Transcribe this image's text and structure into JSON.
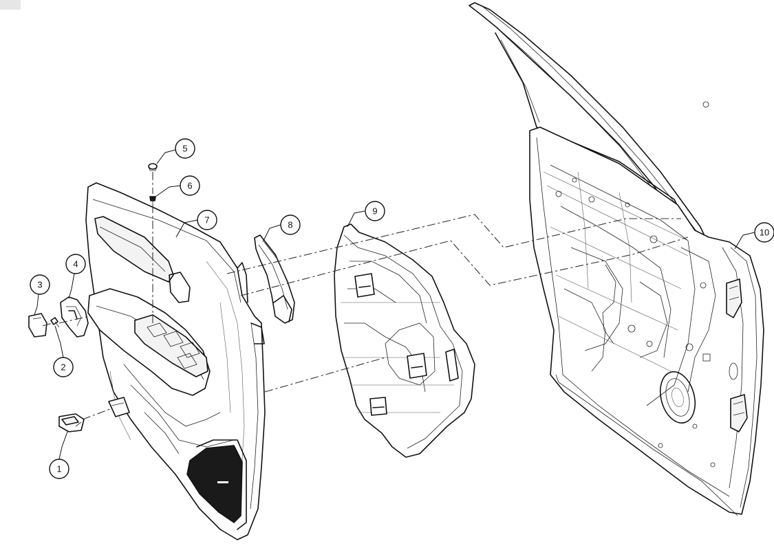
{
  "callouts": [
    {
      "id": "1",
      "label": "1"
    },
    {
      "id": "2",
      "label": "2"
    },
    {
      "id": "3",
      "label": "3"
    },
    {
      "id": "4",
      "label": "4"
    },
    {
      "id": "5",
      "label": "5"
    },
    {
      "id": "6",
      "label": "6"
    },
    {
      "id": "7",
      "label": "7"
    },
    {
      "id": "8",
      "label": "8"
    },
    {
      "id": "9",
      "label": "9"
    },
    {
      "id": "10",
      "label": "10"
    }
  ],
  "colors": {
    "line": "#111111",
    "background": "#ffffff",
    "speaker": "#1a1a1a"
  }
}
